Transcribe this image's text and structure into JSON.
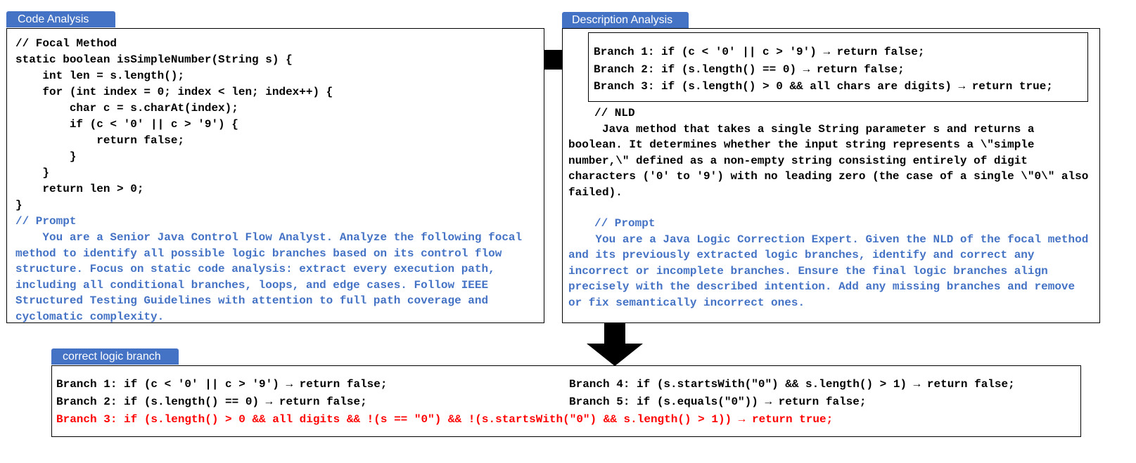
{
  "code_panel": {
    "tab_label": "Code Analysis",
    "focal_comment": "// Focal Method",
    "code_lines": [
      "static boolean isSimpleNumber(String s) {",
      "    int len = s.length();",
      "    for (int index = 0; index < len; index++) {",
      "        char c = s.charAt(index);",
      "        if (c < '0' || c > '9') {",
      "            return false;",
      "        }",
      "    }",
      "    return len > 0;",
      "}"
    ],
    "prompt_comment": "// Prompt",
    "prompt_text": "    You are a Senior Java Control Flow Analyst. Analyze the following focal method to identify all possible logic branches based on its control flow structure. Focus on static code analysis: extract every execution path, including all conditional branches, loops, and edge cases. Follow IEEE Structured Testing Guidelines with attention to full path coverage and cyclomatic complexity."
  },
  "description_panel": {
    "tab_label": "Description Analysis",
    "branches": [
      "Branch 1: if (c < '0' || c > '9') → return false;",
      "Branch 2: if (s.length() == 0) → return false;",
      "Branch 3: if (s.length() > 0 && all chars are digits) → return true;"
    ],
    "nld_comment": "// NLD",
    "nld_text": "     Java method that takes a single String parameter s and returns a boolean. It determines whether the input string represents a \\\"simple number,\\\" defined as a non-empty string consisting entirely of digit characters ('0' to '9') with no leading zero (the case of a single \\\"0\\\" also failed).",
    "prompt_comment": "// Prompt",
    "prompt_text": "    You are a Java Logic Correction Expert. Given the NLD of the focal method and its previously extracted logic branches, identify and correct any incorrect or incomplete branches. Ensure the final logic branches align precisely with the described intention. Add any missing branches and remove or fix semantically incorrect ones."
  },
  "result_panel": {
    "tab_label": "correct logic branch",
    "left_branches": [
      "Branch 1: if (c < '0' || c > '9') → return false;",
      "Branch 2: if (s.length() == 0) → return false;"
    ],
    "right_branches": [
      "Branch 4: if (s.startsWith(\"0\") && s.length() > 1) → return false;",
      "Branch 5: if (s.equals(\"0\")) → return false;"
    ],
    "highlighted_branch": "Branch 3: if (s.length() > 0 && all digits && !(s == \"0\") && !(s.startsWith(\"0\") && s.length() > 1)) → return true;"
  },
  "colors": {
    "tab_fill": "#4472c4",
    "prompt_text": "#4472c4",
    "highlight": "#ff0000",
    "arrow": "#000000"
  }
}
